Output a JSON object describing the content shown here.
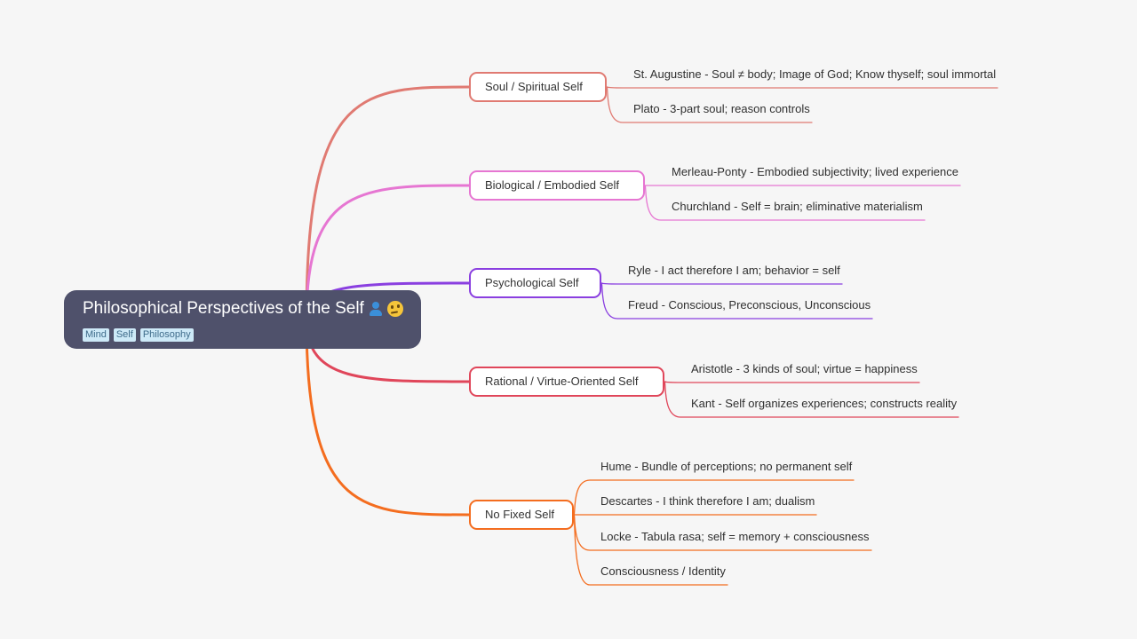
{
  "root": {
    "title": "Philosophical Perspectives of the Self",
    "tags": [
      "Mind",
      "Self",
      "Philosophy"
    ]
  },
  "branches": [
    {
      "label": "Soul / Spiritual Self",
      "color": "#e07a72",
      "children": [
        "St. Augustine - Soul ≠ body; Image of God; Know thyself; soul immortal",
        "Plato - 3-part soul; reason controls"
      ]
    },
    {
      "label": "Biological / Embodied Self",
      "color": "#e676d2",
      "children": [
        "Merleau-Ponty - Embodied subjectivity; lived experience",
        "Churchland - Self = brain; eliminative materialism"
      ]
    },
    {
      "label": "Psychological Self",
      "color": "#8a3fe0",
      "children": [
        "Ryle - I act therefore I am; behavior = self",
        "Freud - Conscious, Preconscious, Unconscious"
      ]
    },
    {
      "label": "Rational / Virtue-Oriented Self",
      "color": "#e0465a",
      "children": [
        "Aristotle - 3 kinds of soul; virtue = happiness",
        "Kant - Self organizes experiences; constructs reality"
      ]
    },
    {
      "label": "No Fixed Self",
      "color": "#f46d1f",
      "children": [
        "Hume - Bundle of perceptions; no permanent self",
        "Descartes - I think therefore I am; dualism",
        "Locke - Tabula rasa; self = memory + consciousness",
        "Consciousness / Identity"
      ]
    }
  ]
}
